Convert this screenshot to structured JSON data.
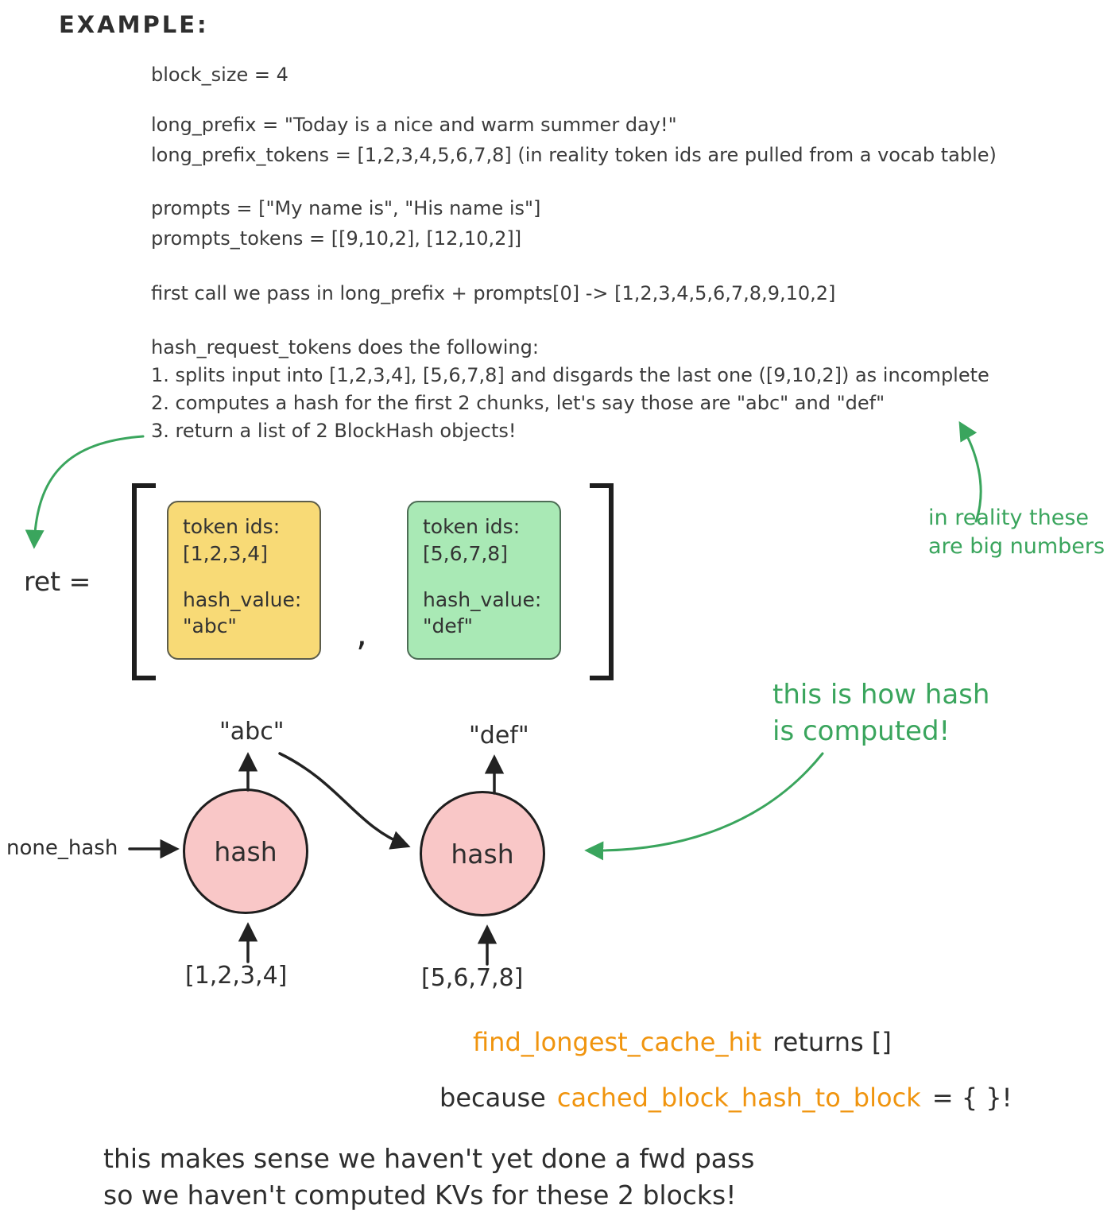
{
  "title": "EXAMPLE:",
  "code": {
    "block_size": "block_size = 4",
    "long_prefix": "long_prefix = \"Today is a nice and warm summer day!\"",
    "long_prefix_tokens": "long_prefix_tokens = [1,2,3,4,5,6,7,8] (in reality token ids are pulled from a vocab table)",
    "prompts": "prompts = [\"My name is\", \"His name is\"]",
    "prompts_tokens": "prompts_tokens = [[9,10,2], [12,10,2]]",
    "first_call": "first call we pass in long_prefix + prompts[0] -> [1,2,3,4,5,6,7,8,9,10,2]",
    "hash_request": "hash_request_tokens does the following:",
    "step1": "1. splits input into [1,2,3,4], [5,6,7,8] and disgards the last one ([9,10,2]) as incomplete",
    "step2": "2. computes a hash for the first 2 chunks, let's say those are \"abc\" and \"def\"",
    "step3": "3. return a list of 2 BlockHash objects!"
  },
  "ret": {
    "label": "ret =",
    "comma": ",",
    "blocks": [
      {
        "token_ids_label": "token ids:",
        "token_ids": "[1,2,3,4]",
        "hash_label": "hash_value:",
        "hash_value": "\"abc\""
      },
      {
        "token_ids_label": "token ids:",
        "token_ids": "[5,6,7,8]",
        "hash_label": "hash_value:",
        "hash_value": "\"def\""
      }
    ]
  },
  "annotations": {
    "big_numbers_line1": "in reality these",
    "big_numbers_line2": "are big numbers",
    "hash_computed_line1": "this is how hash",
    "hash_computed_line2": "is computed!"
  },
  "hash_diagram": {
    "none_hash": "none_hash",
    "hash1": "hash",
    "hash2": "hash",
    "abc": "\"abc\"",
    "def": "\"def\"",
    "input1": "[1,2,3,4]",
    "input2": "[5,6,7,8]"
  },
  "result": {
    "fn_name": "find_longest_cache_hit",
    "returns_text": "returns []",
    "because_text": "because",
    "dict_name": "cached_block_hash_to_block",
    "equals_text": "= { }!"
  },
  "footer": {
    "line1": "this makes sense we haven't yet done a fwd pass",
    "line2": "so we haven't computed KVs for these 2 blocks!"
  },
  "colors": {
    "ink": "#2e2e2e",
    "green": "#3aa55d",
    "orange": "#f0940e",
    "yellow_card": "#f8da76",
    "green_card": "#a9e9b5",
    "pink_circle": "#f9c7c7"
  }
}
